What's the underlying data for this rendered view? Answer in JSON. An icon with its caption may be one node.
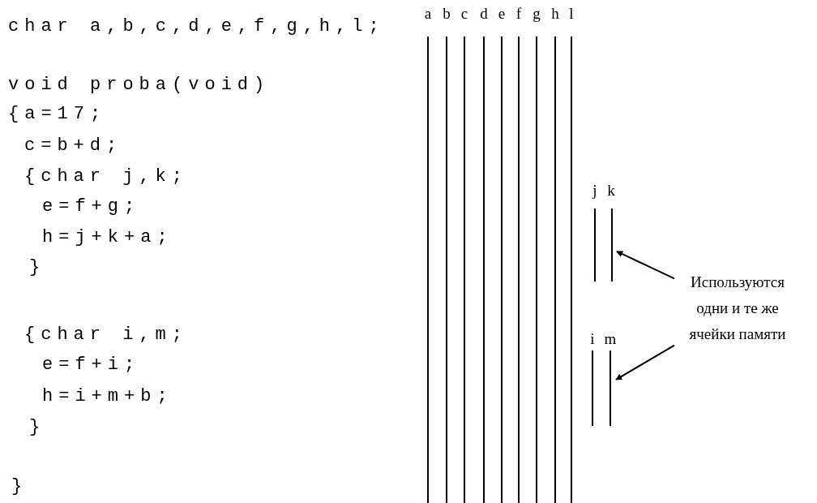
{
  "diagram": {
    "nodes": [
      {
        "text": [
          "Используются одни и те же ячейки памяти"
        ]
      },
      {
        "text": [],
        "shape": "bar"
      },
      {
        "text": [],
        "shape": "bar"
      }
    ],
    "edges": [
      {
        "from": 0,
        "to": 1,
        "arrow": "to"
      },
      {
        "from": 0,
        "to": 2,
        "arrow": "to"
      }
    ],
    "labels": [
      "char a,b,c,d,e,f,g,h,l;",
      "a",
      "b",
      "c",
      "d",
      "e",
      "f",
      "g",
      "h",
      "l",
      "void proba(void)",
      "{a=17;",
      "c=b+d;",
      "{char j,k;",
      "j",
      "k",
      "e=f+g;",
      "h=j+k+a;",
      "}",
      "{char i,m;",
      "i",
      "m",
      "e=f+i;",
      "h=i+m+b;",
      "}",
      "}"
    ]
  }
}
